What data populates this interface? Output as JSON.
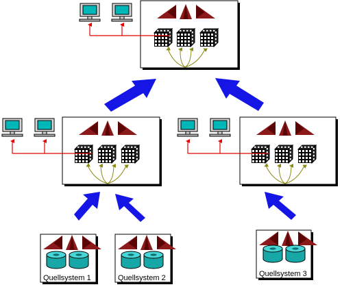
{
  "colors": {
    "background": "#ffffff",
    "frame": "#000000",
    "frame_fill": "#ffffff",
    "shadow": "#000000",
    "flow_arrow": "#1515e6",
    "link_line": "#e00000",
    "feed_arrow": "#8a8a10",
    "wedge_light": "#8c1a1a",
    "wedge_dark": "#5a0606",
    "cube_cell": "#ffffff",
    "cube_line": "#000000",
    "disk_top": "#49d6d6",
    "disk_body": "#17a7a7",
    "monitor_body": "#d8d8d8",
    "monitor_screen": "#00b7b7"
  },
  "icons": {
    "workstation": "computer-monitor-icon",
    "olap": "olap-cube-icon",
    "analysis": "analysis-wedge-icon",
    "source": "database-disk-icon"
  },
  "sources": [
    {
      "label": "Quellsystem 1"
    },
    {
      "label": "Quellsystem 2"
    },
    {
      "label": "Quellsystem 3"
    }
  ]
}
